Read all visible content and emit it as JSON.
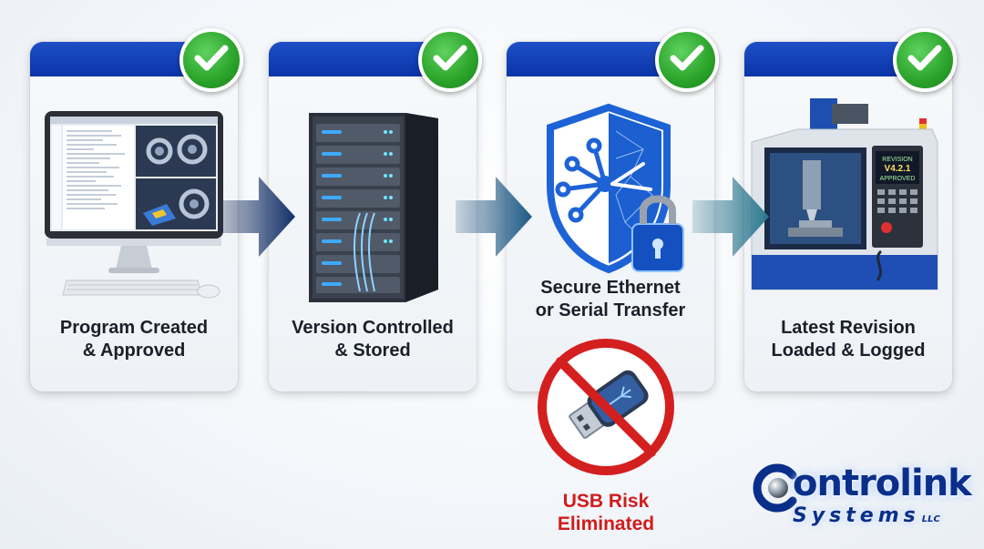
{
  "steps": [
    {
      "line1": "Program Created",
      "line2": "& Approved"
    },
    {
      "line1": "Version Controlled",
      "line2": "& Stored"
    },
    {
      "line1": "Secure Ethernet",
      "line2": "or Serial Transfer"
    },
    {
      "line1": "Latest Revision",
      "line2": "Loaded & Logged"
    }
  ],
  "machine_screen": {
    "title": "REVISION",
    "version": "V4.2.1",
    "status": "APPROVED"
  },
  "usb": {
    "line1": "USB Risk",
    "line2": "Eliminated"
  },
  "logo": {
    "word1": "ontrolink",
    "word2": "Systems",
    "suffix": "LLC"
  },
  "colors": {
    "band": "#0b34a8",
    "check": "#2aa32a",
    "arrow": "#13306a",
    "risk": "#d01c1c"
  }
}
